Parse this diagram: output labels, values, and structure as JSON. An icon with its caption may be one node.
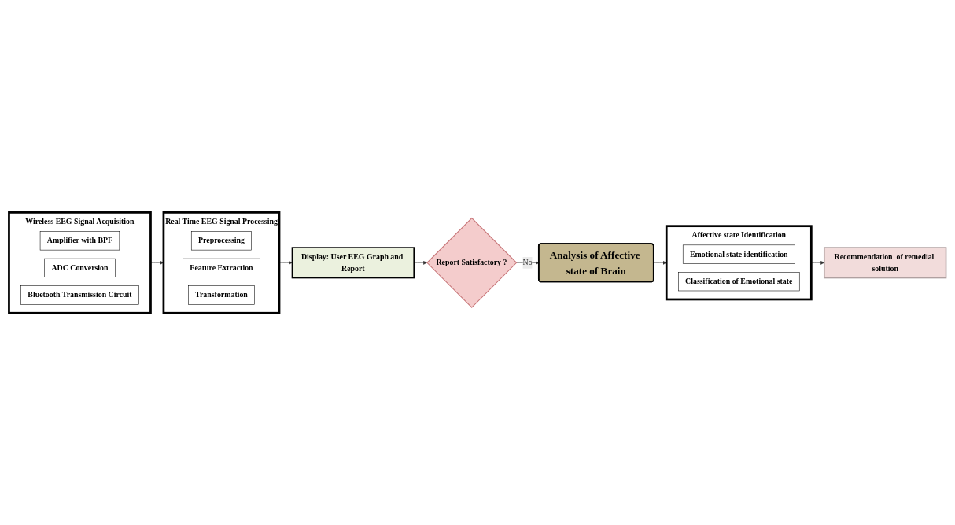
{
  "diagram": {
    "nodes": [
      {
        "text": [
          "Wireless EEG Signal Acquisition"
        ]
      },
      {
        "text": [
          "Amplifier with BPF"
        ],
        "in": 0
      },
      {
        "text": [
          "ADC Conversion"
        ],
        "in": 0
      },
      {
        "text": [
          "Bluetooth Transmission Circuit"
        ],
        "in": 0
      },
      {
        "text": [
          "Real Time EEG Signal Processing"
        ]
      },
      {
        "text": [
          "Preprocessing"
        ],
        "in": 4
      },
      {
        "text": [
          "Feature Extraction"
        ],
        "in": 4
      },
      {
        "text": [
          "Transformation"
        ],
        "in": 4
      },
      {
        "text": [
          "Display: User EEG Graph and Report"
        ]
      },
      {
        "text": [
          "Report Satisfactory ?"
        ]
      },
      {
        "text": [
          "Analysis of Affective state of Brain"
        ]
      },
      {
        "text": [
          "Affective state Identification"
        ]
      },
      {
        "text": [
          "Emotional state identification"
        ],
        "in": 11
      },
      {
        "text": [
          "Classification of Emotional state"
        ],
        "in": 11
      },
      {
        "text": [
          "Recommendation  of remedial solution"
        ]
      }
    ],
    "edges": [
      {
        "from": 0,
        "to": 4,
        "arrow": "to"
      },
      {
        "from": 4,
        "to": 8,
        "arrow": "to"
      },
      {
        "from": 8,
        "to": 9,
        "arrow": "to"
      },
      {
        "from": 9,
        "to": 10,
        "label": "No",
        "arrow": "to"
      },
      {
        "from": 10,
        "to": 11,
        "arrow": "to"
      },
      {
        "from": 11,
        "to": 14,
        "arrow": "to"
      }
    ]
  }
}
